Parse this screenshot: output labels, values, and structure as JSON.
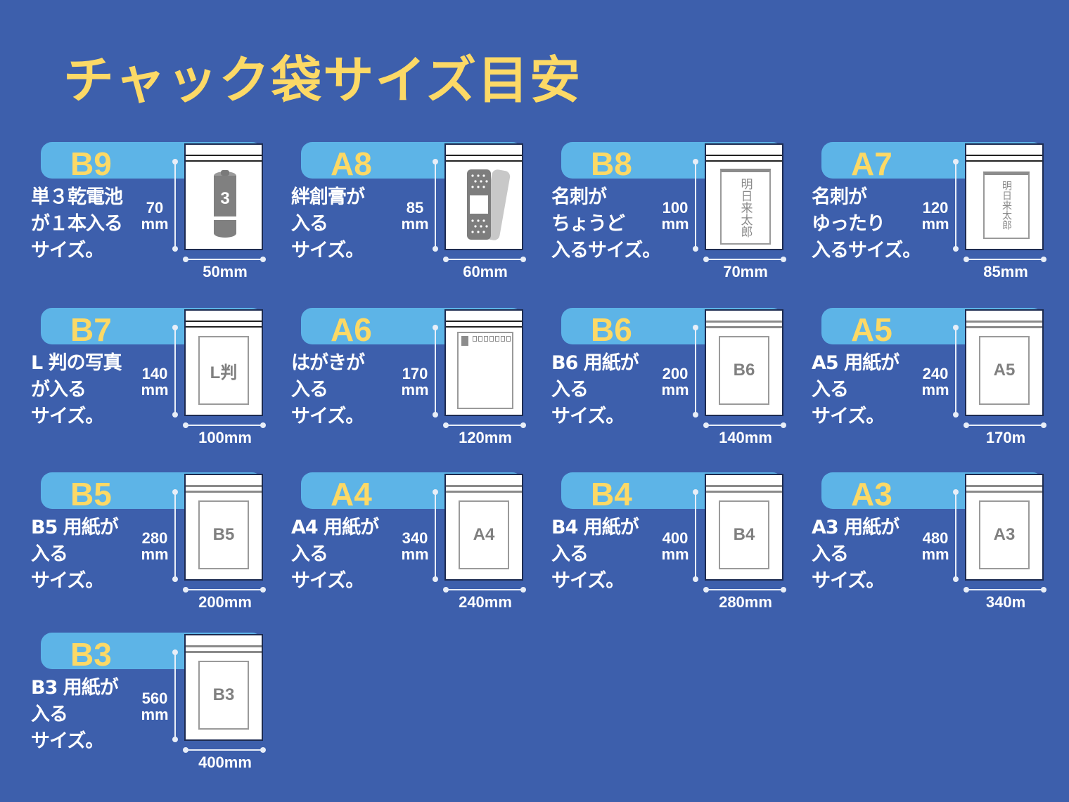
{
  "title": "チャック袋サイズ目安",
  "colors": {
    "background": "#3d5fac",
    "title": "#fcd966",
    "band": "#5db4e7",
    "code": "#fcd966",
    "text": "#ffffff",
    "illustration_gray": "#8a8a8a"
  },
  "cards": [
    {
      "code": "B9",
      "desc": "単３乾電池\nが１本入る\nサイズ。",
      "height": "70",
      "height_unit": "mm",
      "width": "50mm",
      "illustration": "battery",
      "illustration_label": "3"
    },
    {
      "code": "A8",
      "desc": "絆創膏が\n入る\nサイズ。",
      "height": "85",
      "height_unit": "mm",
      "width": "60mm",
      "illustration": "bandage",
      "illustration_label": ""
    },
    {
      "code": "B8",
      "desc": "名刺が\nちょうど\n入るサイズ。",
      "height": "100",
      "height_unit": "mm",
      "width": "70mm",
      "illustration": "business-card",
      "illustration_label": "明日来太郎"
    },
    {
      "code": "A7",
      "desc": "名刺が\nゆったり\n入るサイズ。",
      "height": "120",
      "height_unit": "mm",
      "width": "85mm",
      "illustration": "business-card",
      "illustration_label": "明日来太郎"
    },
    {
      "code": "B7",
      "desc": "L 判の写真\nが入る\nサイズ。",
      "height": "140",
      "height_unit": "mm",
      "width": "100mm",
      "illustration": "photo",
      "illustration_label": "L判"
    },
    {
      "code": "A6",
      "desc": "はがきが\n入る\nサイズ。",
      "height": "170",
      "height_unit": "mm",
      "width": "120mm",
      "illustration": "postcard",
      "illustration_label": ""
    },
    {
      "code": "B6",
      "desc": "B6 用紙が\n入る\nサイズ。",
      "height": "200",
      "height_unit": "mm",
      "width": "140mm",
      "illustration": "paper",
      "illustration_label": "B6"
    },
    {
      "code": "A5",
      "desc": "A5 用紙が\n入る\nサイズ。",
      "height": "240",
      "height_unit": "mm",
      "width": "170m",
      "illustration": "paper",
      "illustration_label": "A5"
    },
    {
      "code": "B5",
      "desc": "B5 用紙が\n入る\nサイズ。",
      "height": "280",
      "height_unit": "mm",
      "width": "200mm",
      "illustration": "paper",
      "illustration_label": "B5"
    },
    {
      "code": "A4",
      "desc": "A4 用紙が\n入る\nサイズ。",
      "height": "340",
      "height_unit": "mm",
      "width": "240mm",
      "illustration": "paper",
      "illustration_label": "A4"
    },
    {
      "code": "B4",
      "desc": "B4 用紙が\n入る\nサイズ。",
      "height": "400",
      "height_unit": "mm",
      "width": "280mm",
      "illustration": "paper",
      "illustration_label": "B4"
    },
    {
      "code": "A3",
      "desc": "A3 用紙が\n入る\nサイズ。",
      "height": "480",
      "height_unit": "mm",
      "width": "340m",
      "illustration": "paper",
      "illustration_label": "A3"
    },
    {
      "code": "B3",
      "desc": "B3 用紙が\n入る\nサイズ。",
      "height": "560",
      "height_unit": "mm",
      "width": "400mm",
      "illustration": "paper",
      "illustration_label": "B3"
    }
  ]
}
